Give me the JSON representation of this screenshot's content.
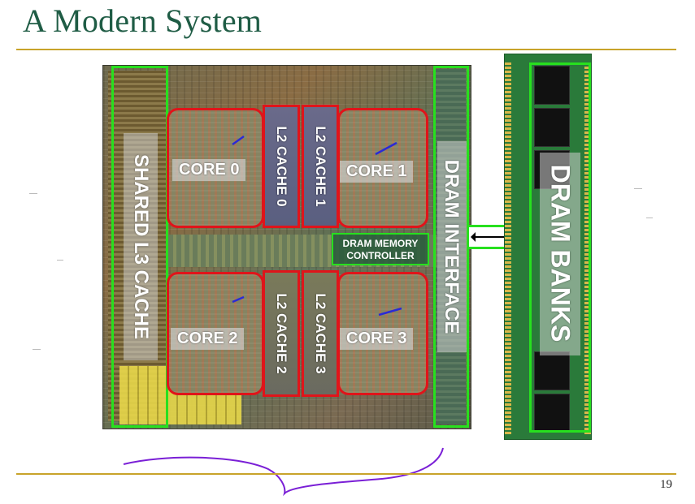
{
  "slide": {
    "title": "A Modern System",
    "page_number": "19"
  },
  "diagram": {
    "shared_l3": "SHARED L3 CACHE",
    "dram_interface": "DRAM INTERFACE",
    "dram_memory_controller": [
      "DRAM MEMORY",
      "CONTROLLER"
    ],
    "dram_banks": "DRAM BANKS",
    "cores": [
      "CORE 0",
      "CORE 1",
      "CORE 2",
      "CORE 3"
    ],
    "l2_caches": [
      "L2 CACHE 0",
      "L2 CACHE 1",
      "L2 CACHE 2",
      "L2 CACHE 3"
    ]
  },
  "colors": {
    "title": "#1f5c45",
    "rule": "#c8a32a",
    "highlight_green": "#27e01e",
    "highlight_red": "#e0141a",
    "annotation_ink": "#7a1fd6"
  }
}
